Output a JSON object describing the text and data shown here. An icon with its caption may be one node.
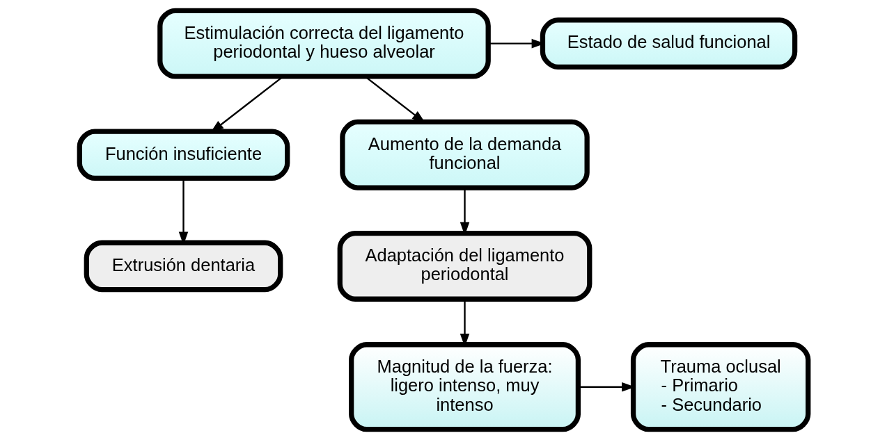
{
  "diagram": {
    "nodes": [
      {
        "text": [
          "Estimulación correcta del ligamento periodontal y hueso alveolar"
        ]
      },
      {
        "text": [
          "Estado de salud funcional"
        ]
      },
      {
        "text": [
          "Función insuficiente"
        ]
      },
      {
        "text": [
          "Aumento de la demanda funcional"
        ]
      },
      {
        "text": [
          "Extrusión dentaria"
        ]
      },
      {
        "text": [
          "Adaptación del ligamento periodontal"
        ]
      },
      {
        "text": [
          "Magnitud de la fuerza: ligero intenso, muy intenso"
        ]
      },
      {
        "text": [
          "Trauma oclusal",
          "- Primario",
          "- Secundario"
        ]
      }
    ],
    "edges": [
      {
        "from": 0,
        "to": 1,
        "arrow": "to"
      },
      {
        "from": 0,
        "to": 2,
        "arrow": "to"
      },
      {
        "from": 0,
        "to": 3,
        "arrow": "to"
      },
      {
        "from": 2,
        "to": 4,
        "arrow": "to"
      },
      {
        "from": 3,
        "to": 5,
        "arrow": "to"
      },
      {
        "from": 5,
        "to": 6,
        "arrow": "to"
      },
      {
        "from": 6,
        "to": 7,
        "arrow": "to"
      }
    ]
  }
}
